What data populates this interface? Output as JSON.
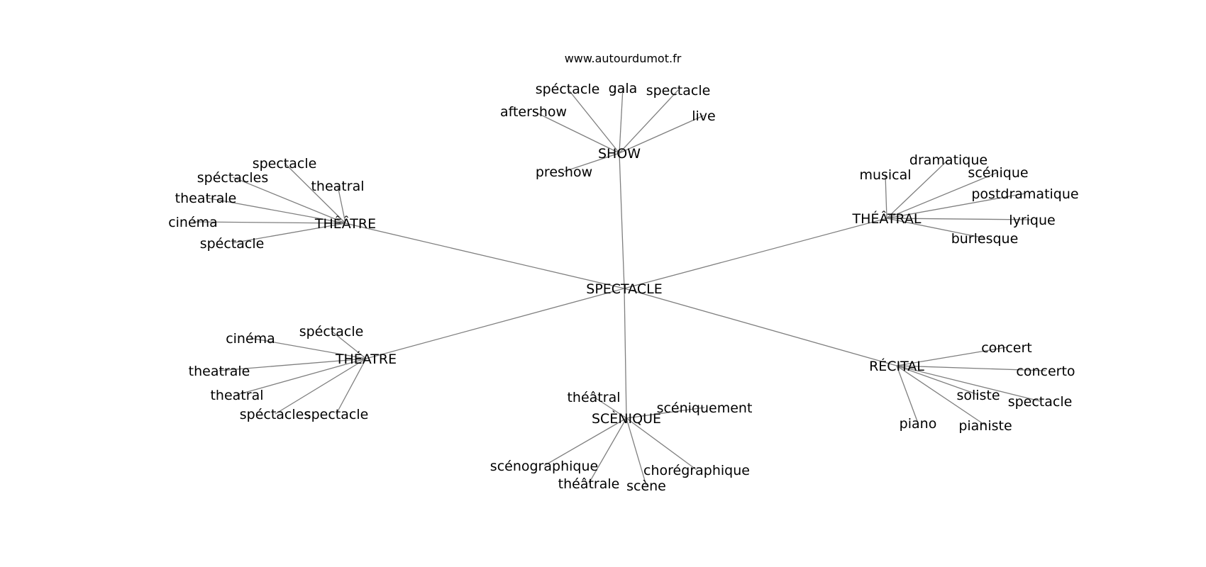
{
  "source": "www.autourdumot.fr",
  "root": "SPECTACLE",
  "edge_color": "#7f7f7f",
  "clusters": [
    {
      "label": "SHOW",
      "words": [
        "spéctacle",
        "gala",
        "spectacle",
        "aftershow",
        "live",
        "preshow"
      ]
    },
    {
      "label": "THÊÂTRE",
      "words": [
        "spectacle",
        "spéctacles",
        "theatral",
        "theatrale",
        "cinéma",
        "spéctacle"
      ]
    },
    {
      "label": "THÉÂTRAL",
      "words": [
        "musical",
        "dramatique",
        "scénique",
        "postdramatique",
        "lyrique",
        "burlesque"
      ]
    },
    {
      "label": "THÉATRE",
      "words": [
        "cinéma",
        "spéctacle",
        "theatrale",
        "theatral",
        "spéctacles",
        "spectacle"
      ]
    },
    {
      "label": "RÉCITAL",
      "words": [
        "concert",
        "concerto",
        "soliste",
        "spectacle",
        "piano",
        "pianiste"
      ]
    },
    {
      "label": "SCÈNIQUE",
      "words": [
        "théâtral",
        "scéniquement",
        "scénographique",
        "théâtrale",
        "scène",
        "chorégraphique"
      ]
    }
  ]
}
